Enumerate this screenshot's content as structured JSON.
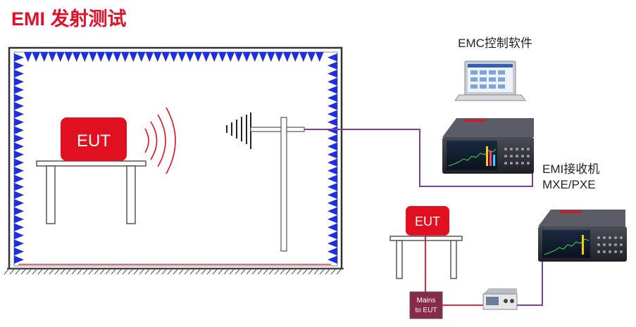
{
  "title": "EMI 发射测试",
  "software_label": "EMC控制软件",
  "receiver_label_line1": "EMI接收机",
  "receiver_label_line2": "MXE/PXE",
  "eut_chamber_label": "EUT",
  "eut_conducted_label": "EUT",
  "lisn_label_line1": "Mains",
  "lisn_label_line2": "to EUT",
  "colors": {
    "title_red": "#e0102a",
    "eut_red": "#e01020",
    "absorber_blue": "#1e2fe0",
    "cable_purple": "#7a3fa0",
    "cable_red": "#e01020",
    "lisn_maroon": "#8a2a4a",
    "instrument_dark": "#2b2d33"
  }
}
